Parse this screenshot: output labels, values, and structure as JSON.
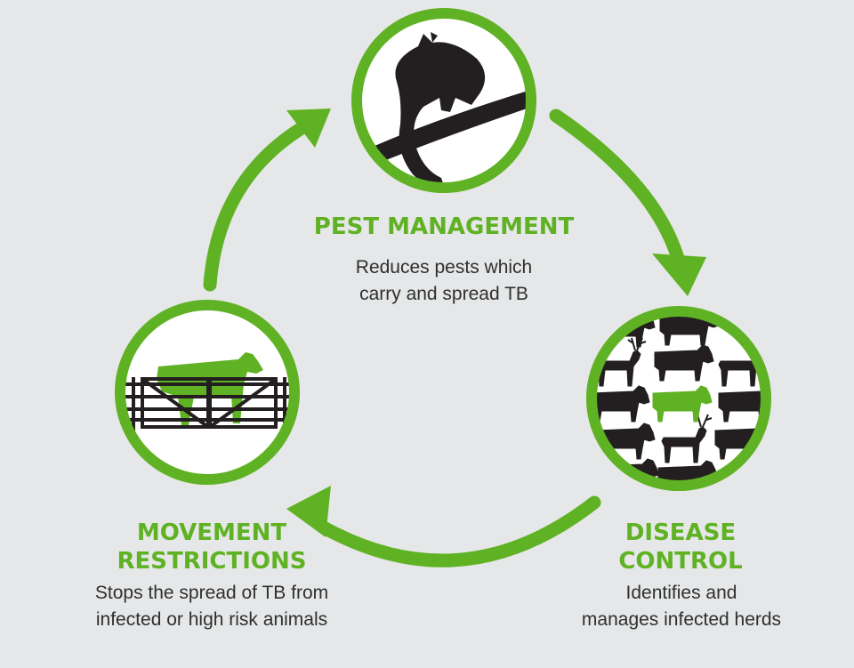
{
  "colors": {
    "background": "#e6e7e8",
    "accent": "#5fb223",
    "icon": "#231f20",
    "text": "#2f2f2f"
  },
  "nodes": {
    "pest": {
      "title": "PEST MANAGEMENT",
      "desc_line1": "Reduces pests which",
      "desc_line2": "carry and spread TB",
      "icon": "possum-on-branch-icon"
    },
    "disease": {
      "title_line1": "DISEASE",
      "title_line2": "CONTROL",
      "desc_line1": "Identifies and",
      "desc_line2": "manages infected herds",
      "icon": "herd-of-cattle-and-deer-icon"
    },
    "movement": {
      "title_line1": "MOVEMENT",
      "title_line2": "RESTRICTIONS",
      "desc_line1": "Stops the spread of TB from",
      "desc_line2": "infected or high risk animals",
      "icon": "cow-behind-gate-icon"
    }
  },
  "flow": [
    "pest",
    "disease",
    "movement",
    "pest"
  ]
}
